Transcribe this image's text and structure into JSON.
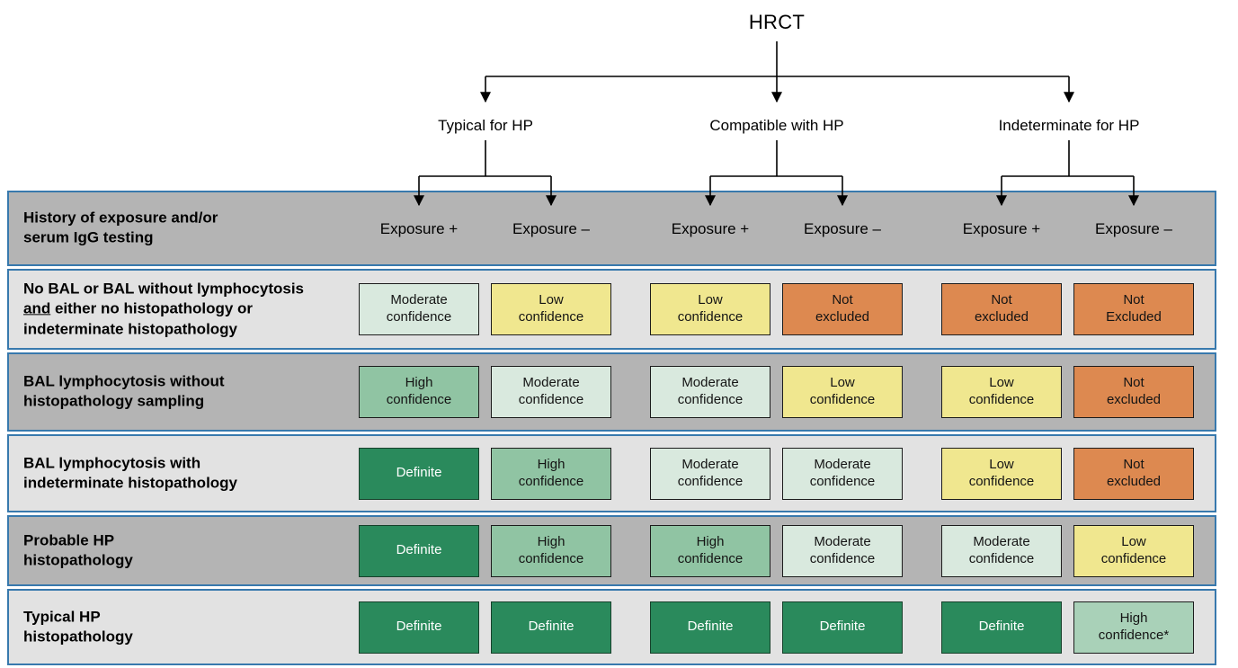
{
  "tree": {
    "root_label": "HRCT",
    "branches": [
      "Typical for HP",
      "Compatible with HP",
      "Indeterminate for HP"
    ]
  },
  "table": {
    "corner_header": "History of exposure and/or serum IgG testing",
    "column_headers": [
      "Exposure +",
      "Exposure –",
      "Exposure +",
      "Exposure –",
      "Exposure +",
      "Exposure –"
    ],
    "rows": [
      {
        "label_before": "No BAL or BAL without lymphocytosis ",
        "label_underlined": "and",
        "label_after": " either no histopathology or indeterminate histopathology",
        "cells": [
          {
            "line1": "Moderate",
            "line2": "confidence",
            "level": "moderate"
          },
          {
            "line1": "Low",
            "line2": "confidence",
            "level": "low"
          },
          {
            "line1": "Low",
            "line2": "confidence",
            "level": "low"
          },
          {
            "line1": "Not",
            "line2": "excluded",
            "level": "not_excluded"
          },
          {
            "line1": "Not",
            "line2": "excluded",
            "level": "not_excluded"
          },
          {
            "line1": "Not",
            "line2": "Excluded",
            "level": "not_excluded"
          }
        ]
      },
      {
        "label": "BAL lymphocytosis without histopathology sampling",
        "cells": [
          {
            "line1": "High",
            "line2": "confidence",
            "level": "high"
          },
          {
            "line1": "Moderate",
            "line2": "confidence",
            "level": "moderate"
          },
          {
            "line1": "Moderate",
            "line2": "confidence",
            "level": "moderate"
          },
          {
            "line1": "Low",
            "line2": "confidence",
            "level": "low"
          },
          {
            "line1": "Low",
            "line2": "confidence",
            "level": "low"
          },
          {
            "line1": "Not",
            "line2": "excluded",
            "level": "not_excluded"
          }
        ]
      },
      {
        "label": "BAL lymphocytosis with indeterminate histopathology",
        "cells": [
          {
            "line1": "Definite",
            "line2": "",
            "level": "definite"
          },
          {
            "line1": "High",
            "line2": "confidence",
            "level": "high"
          },
          {
            "line1": "Moderate",
            "line2": "confidence",
            "level": "moderate"
          },
          {
            "line1": "Moderate",
            "line2": "confidence",
            "level": "moderate"
          },
          {
            "line1": "Low",
            "line2": "confidence",
            "level": "low"
          },
          {
            "line1": "Not",
            "line2": "excluded",
            "level": "not_excluded"
          }
        ]
      },
      {
        "label": "Probable HP histopathology",
        "cells": [
          {
            "line1": "Definite",
            "line2": "",
            "level": "definite"
          },
          {
            "line1": "High",
            "line2": "confidence",
            "level": "high"
          },
          {
            "line1": "High",
            "line2": "confidence",
            "level": "high"
          },
          {
            "line1": "Moderate",
            "line2": "confidence",
            "level": "moderate"
          },
          {
            "line1": "Moderate",
            "line2": "confidence",
            "level": "moderate"
          },
          {
            "line1": "Low",
            "line2": "confidence",
            "level": "low"
          }
        ]
      },
      {
        "label": "Typical HP histopathology",
        "cells": [
          {
            "line1": "Definite",
            "line2": "",
            "level": "definite"
          },
          {
            "line1": "Definite",
            "line2": "",
            "level": "definite"
          },
          {
            "line1": "Definite",
            "line2": "",
            "level": "definite"
          },
          {
            "line1": "Definite",
            "line2": "",
            "level": "definite"
          },
          {
            "line1": "Definite",
            "line2": "",
            "level": "definite"
          },
          {
            "line1": "High",
            "line2": "confidence*",
            "level": "high_star"
          }
        ]
      }
    ]
  },
  "palette": {
    "definite": {
      "bg": "#2a8a5c",
      "text": "#ffffff",
      "border": "#16402a"
    },
    "high": {
      "bg": "#90c4a3",
      "text": "#141414",
      "border": "#1c1c1c"
    },
    "high_star": {
      "bg": "#a9d1b8",
      "text": "#141414",
      "border": "#1c1c1c"
    },
    "moderate": {
      "bg": "#d9e9de",
      "text": "#141414",
      "border": "#1c1c1c"
    },
    "low": {
      "bg": "#f0e78f",
      "text": "#141414",
      "border": "#1c1c1c"
    },
    "not_excluded": {
      "bg": "#dd8950",
      "text": "#141414",
      "border": "#1c1c1c"
    }
  },
  "style_colors": {
    "table_border_blue": "#3879ad",
    "row_dark_gray": "#b4b4b4",
    "row_light_gray": "#e2e2e2",
    "connector_black": "#000000"
  }
}
